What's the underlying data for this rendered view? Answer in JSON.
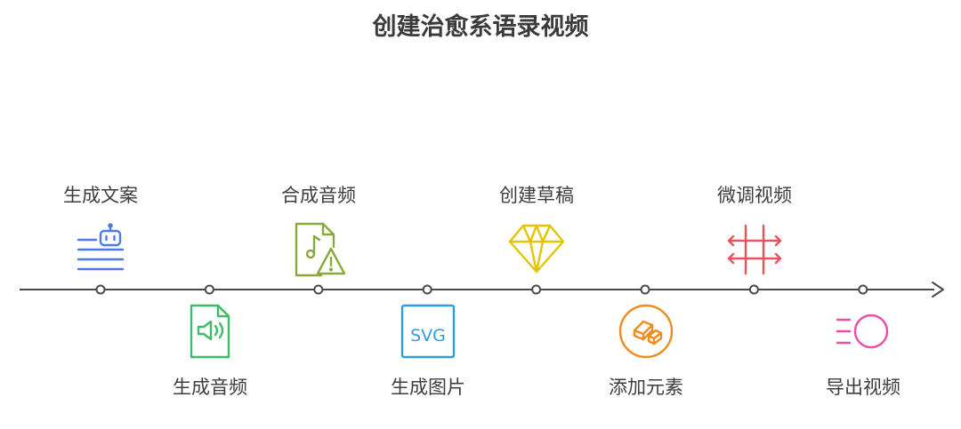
{
  "title": "创建治愈系语录视频",
  "steps": [
    {
      "label": "生成文案",
      "icon": "document-robot-icon",
      "color": "#4a7be8",
      "position": "top"
    },
    {
      "label": "生成音频",
      "icon": "audio-file-icon",
      "color": "#3dbb6b",
      "position": "bottom"
    },
    {
      "label": "合成音频",
      "icon": "music-file-warning-icon",
      "color": "#8aa83c",
      "position": "top"
    },
    {
      "label": "生成图片",
      "icon": "svg-file-icon",
      "color": "#2b9fe0",
      "position": "bottom"
    },
    {
      "label": "创建草稿",
      "icon": "diamond-icon",
      "color": "#e2c400",
      "position": "top"
    },
    {
      "label": "添加元素",
      "icon": "cube-icon",
      "color": "#f08c1e",
      "position": "bottom"
    },
    {
      "label": "微调视频",
      "icon": "crop-arrows-icon",
      "color": "#e9545a",
      "position": "top"
    },
    {
      "label": "导出视频",
      "icon": "speed-circle-icon",
      "color": "#e84fa5",
      "position": "bottom"
    }
  ]
}
